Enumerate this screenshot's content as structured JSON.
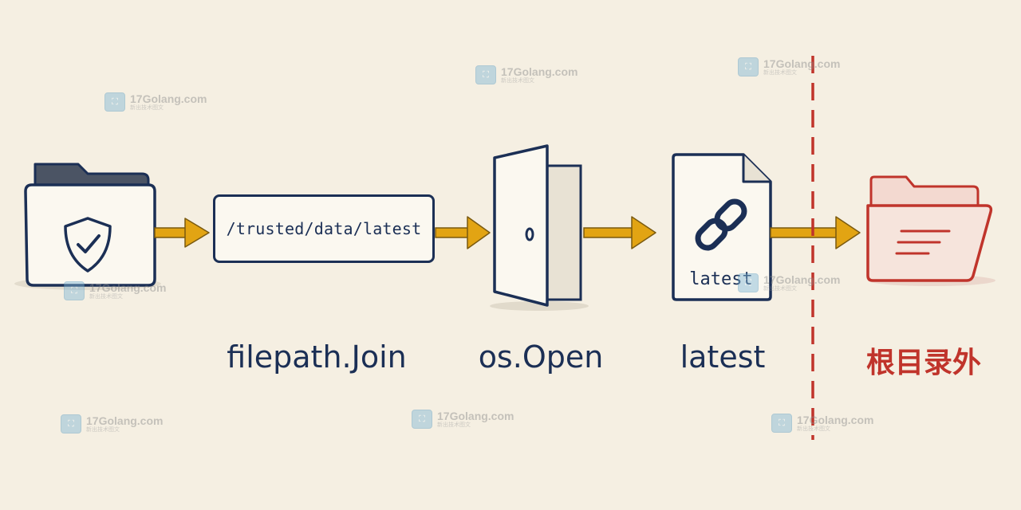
{
  "diagram": {
    "path_text": "/trusted/data/latest",
    "file_label": "latest",
    "steps": [
      {
        "label": "filepath.Join"
      },
      {
        "label": "os.Open"
      },
      {
        "label": "latest"
      },
      {
        "label": "根目录外"
      }
    ]
  },
  "watermark": {
    "site": "17Golang.com",
    "tagline": "新出技术图文"
  },
  "colors": {
    "background": "#f5efe2",
    "ink": "#1b2f55",
    "arrow": "#e2a413",
    "danger": "#c0342b"
  },
  "icons": [
    "shield-check-icon",
    "folder-icon",
    "door-icon",
    "file-icon",
    "link-icon",
    "red-folder-icon"
  ]
}
